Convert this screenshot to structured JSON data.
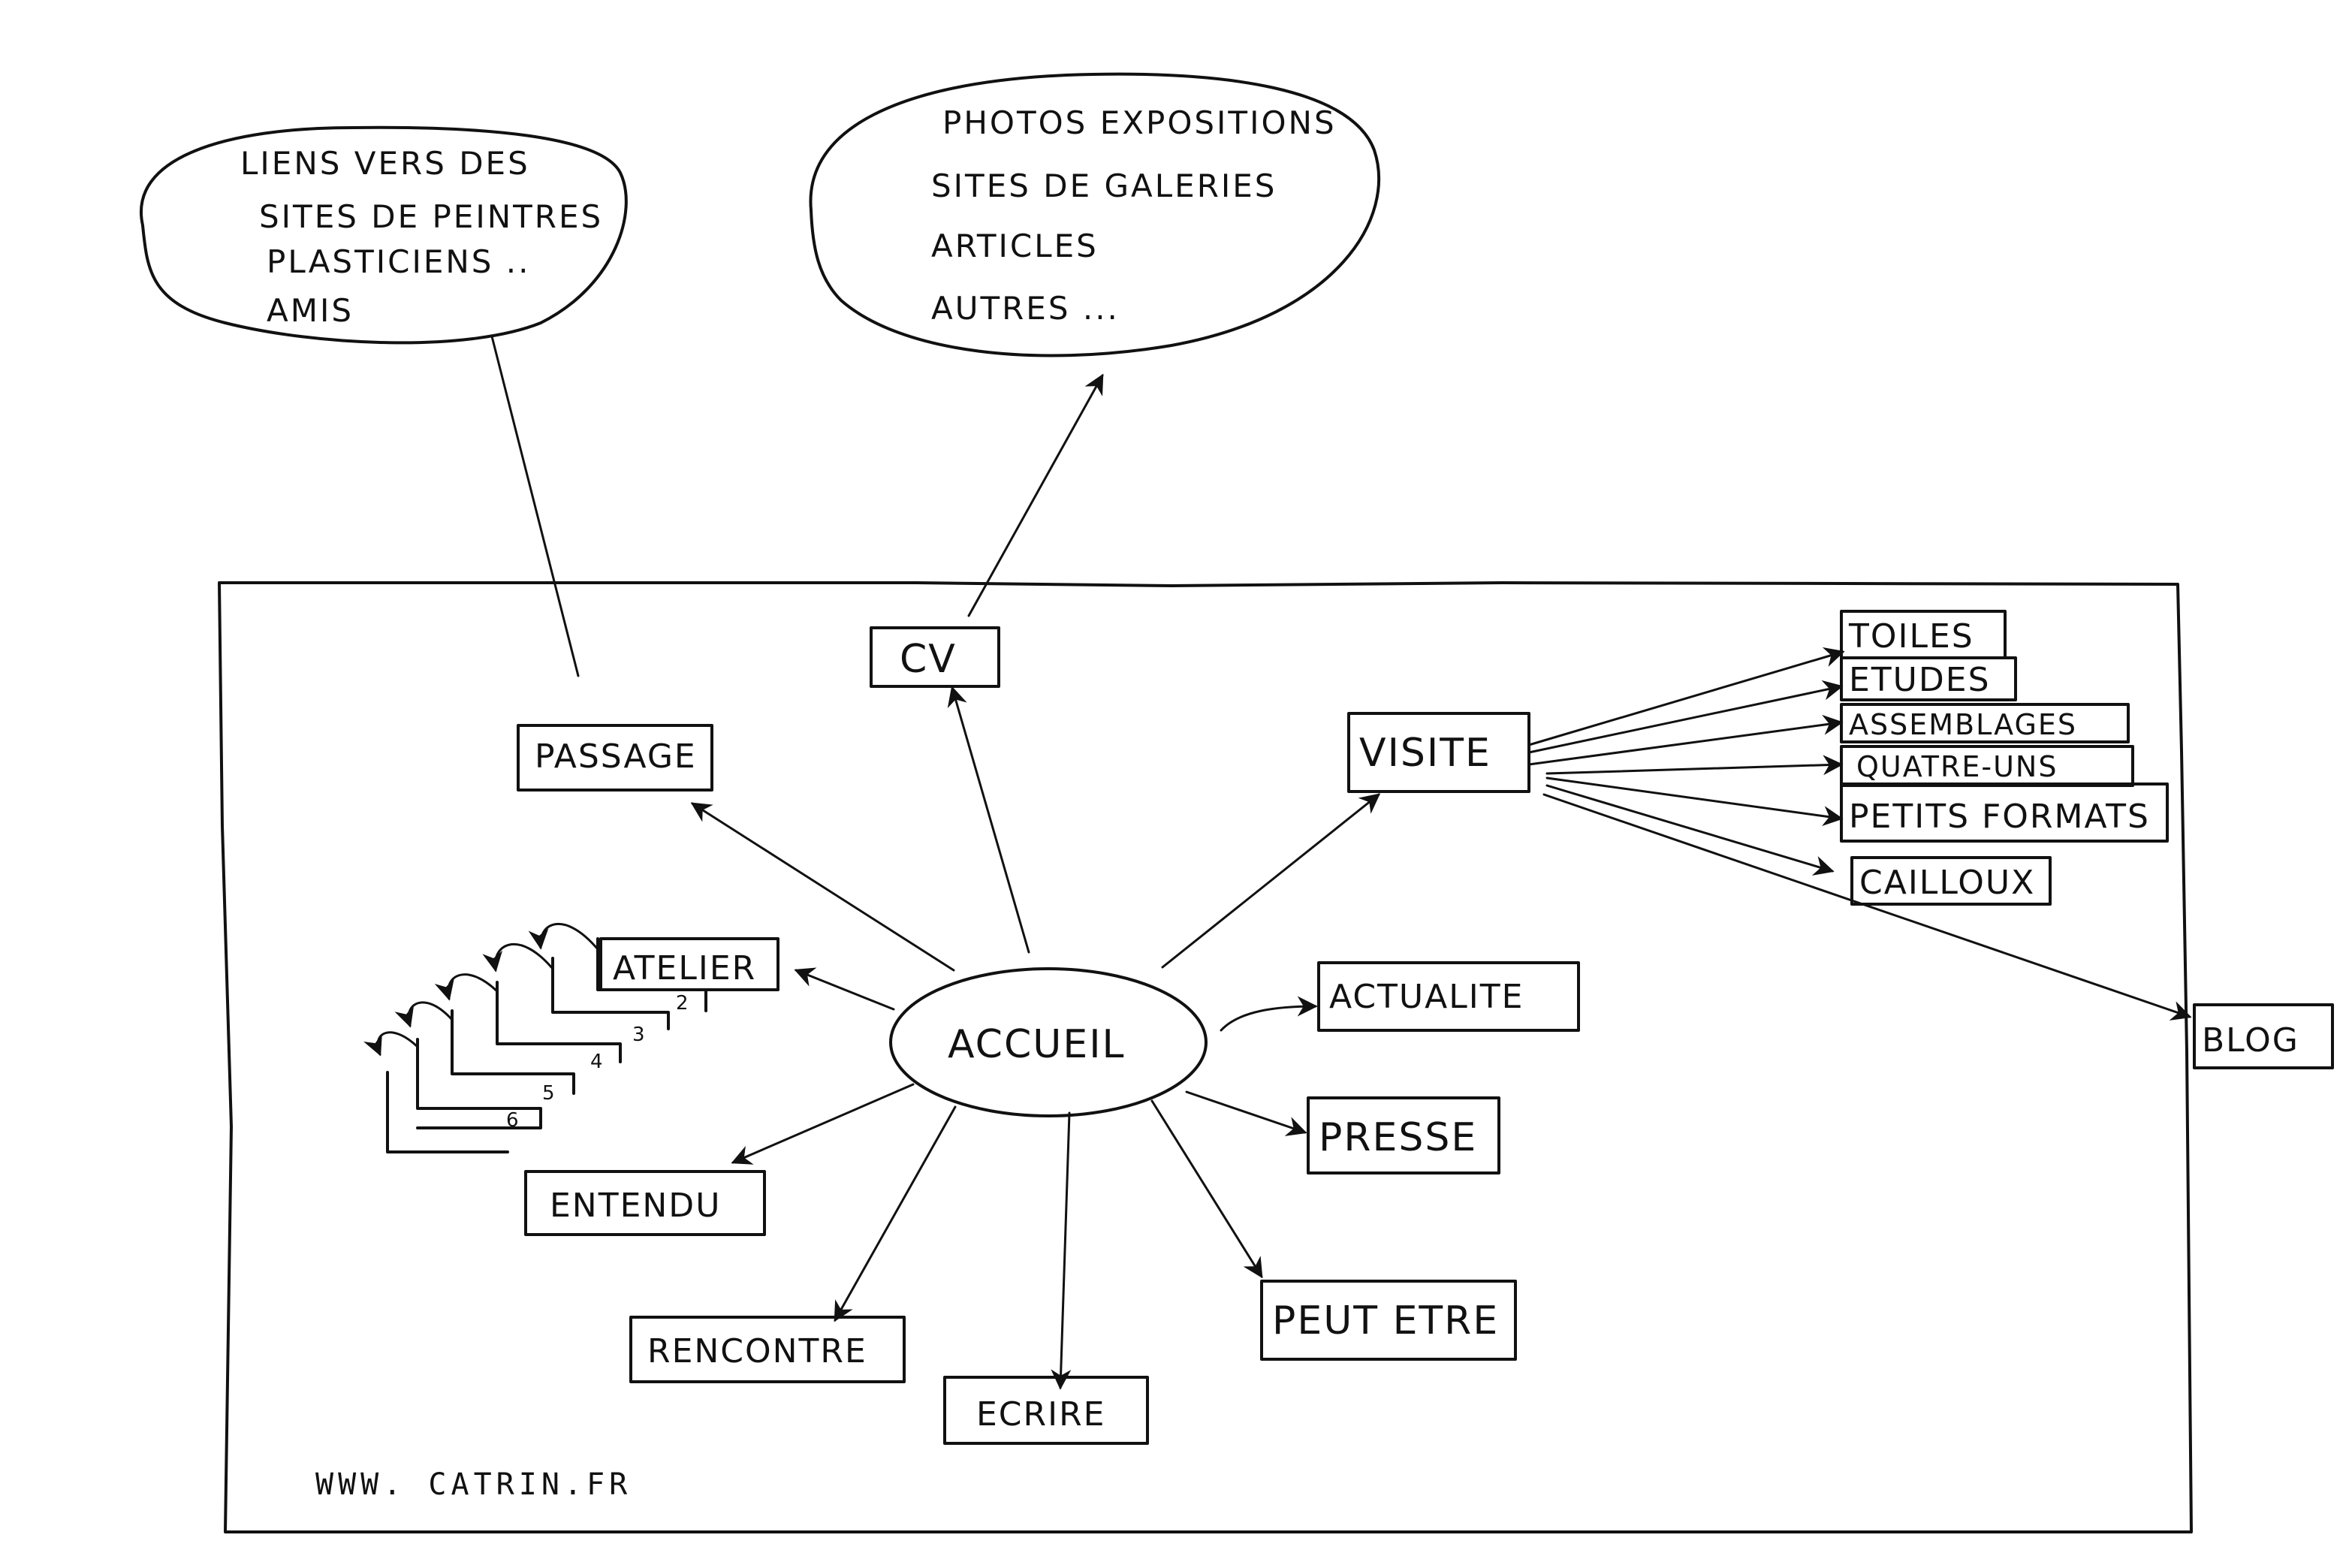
{
  "ink_color": "#111111",
  "clouds": {
    "left": {
      "lines": [
        "LIENS VERS DES",
        "SITES DE PEINTRES",
        "PLASTICIENS ..",
        "AMIS"
      ]
    },
    "right": {
      "lines": [
        "PHOTOS EXPOSITIONS",
        "SITES DE GALERIES",
        "ARTICLES",
        "AUTRES ..."
      ]
    }
  },
  "center": {
    "label": "ACCUEIL"
  },
  "nodes": {
    "cv": "CV",
    "passage": "PASSAGE",
    "visite": "VISITE",
    "atelier": "ATELIER",
    "actualite": "ACTUALITE",
    "presse": "PRESSE",
    "entendu": "ENTENDU",
    "rencontre": "RENCONTRE",
    "ecrire": "ECRIRE",
    "peut_etre": "PEUT ETRE",
    "blog": "BLOG"
  },
  "visite_children": [
    "TOILES",
    "ETUDES",
    "ASSEMBLAGES",
    "QUATRE-UNS",
    "PETITS FORMATS",
    "CAILLOUX"
  ],
  "atelier_pages": [
    "2",
    "3",
    "4",
    "5",
    "6"
  ],
  "url": "WWW. CATRIN.FR"
}
